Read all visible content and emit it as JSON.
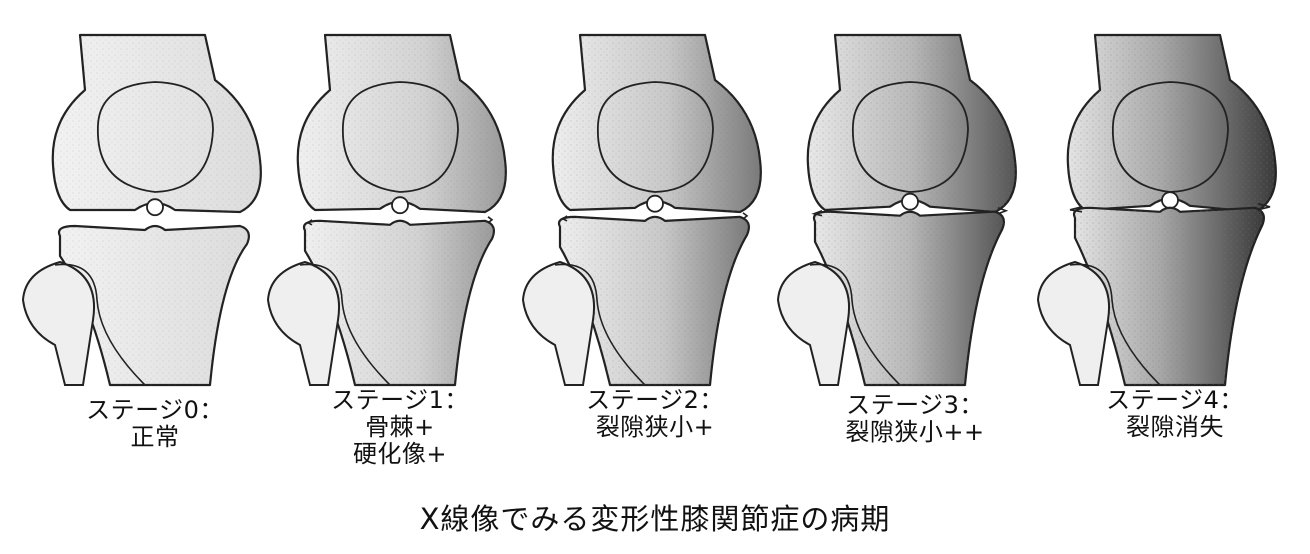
{
  "stages": [
    {
      "lines": [
        "ステージ0：",
        "正常"
      ]
    },
    {
      "lines": [
        "ステージ1：",
        "骨棘+",
        "硬化像+"
      ]
    },
    {
      "lines": [
        "ステージ2：",
        "裂隙狭小+"
      ]
    },
    {
      "lines": [
        "ステージ3：",
        "裂隙狭小++"
      ]
    },
    {
      "lines": [
        "ステージ4：",
        "裂隙消失"
      ]
    }
  ],
  "caption": "X線像でみる変形性膝関節症の病期"
}
